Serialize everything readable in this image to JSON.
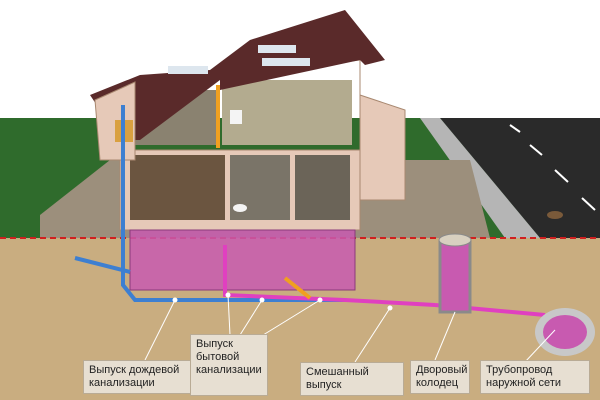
{
  "labels": {
    "rain_outlet": "Выпуск дождевой канализации",
    "household_outlet": "Выпуск бытовой канализации",
    "mixed_outlet": "Смешанный выпуск",
    "yard_well": "Дворовый колодец",
    "external_pipe": "Трубопровод наружной сети"
  },
  "colors": {
    "grass": "#2f6b2c",
    "soil": "#c9ad80",
    "road": "#2a2a2a",
    "roof": "#5a2a2a",
    "walls": "#e6c9b8",
    "basement": "#c85ab0",
    "rain_pipe": "#3d7fd1",
    "sewer_pipe": "#e040c0",
    "drain_pipe": "#f0a020",
    "label_bg": "#e7dfd2"
  }
}
